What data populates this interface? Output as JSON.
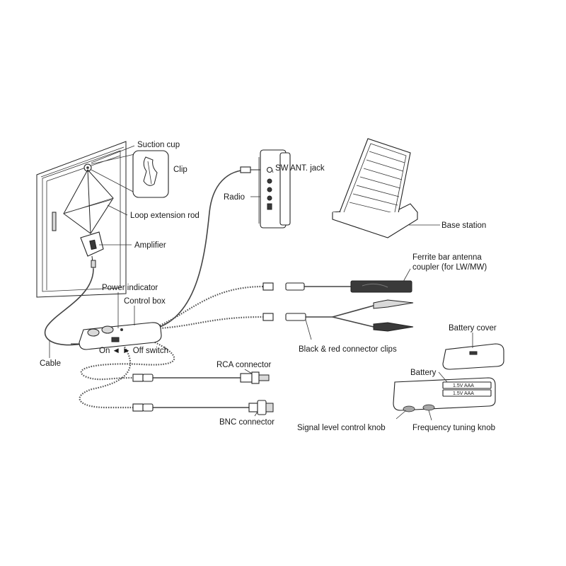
{
  "labels": {
    "suction_cup": "Suction cup",
    "clip": "Clip",
    "loop_extension_rod": "Loop extension rod",
    "amplifier": "Amplifier",
    "power_indicator": "Power indicator",
    "control_box": "Control box",
    "on_off_switch": "On ◄ ► Off switch",
    "cable": "Cable",
    "sw_ant_jack": "SW ANT. jack",
    "radio": "Radio",
    "base_station": "Base station",
    "ferrite_line1": "Ferrite bar antenna",
    "ferrite_line2": "coupler (for LW/MW)",
    "connector_clips": "Black & red connector clips",
    "battery_cover": "Battery cover",
    "battery": "Battery",
    "battery_spec": "1.5V  AAA",
    "rca_connector": "RCA connector",
    "bnc_connector": "BNC connector",
    "signal_knob": "Signal level control knob",
    "frequency_knob": "Frequency tuning knob"
  }
}
